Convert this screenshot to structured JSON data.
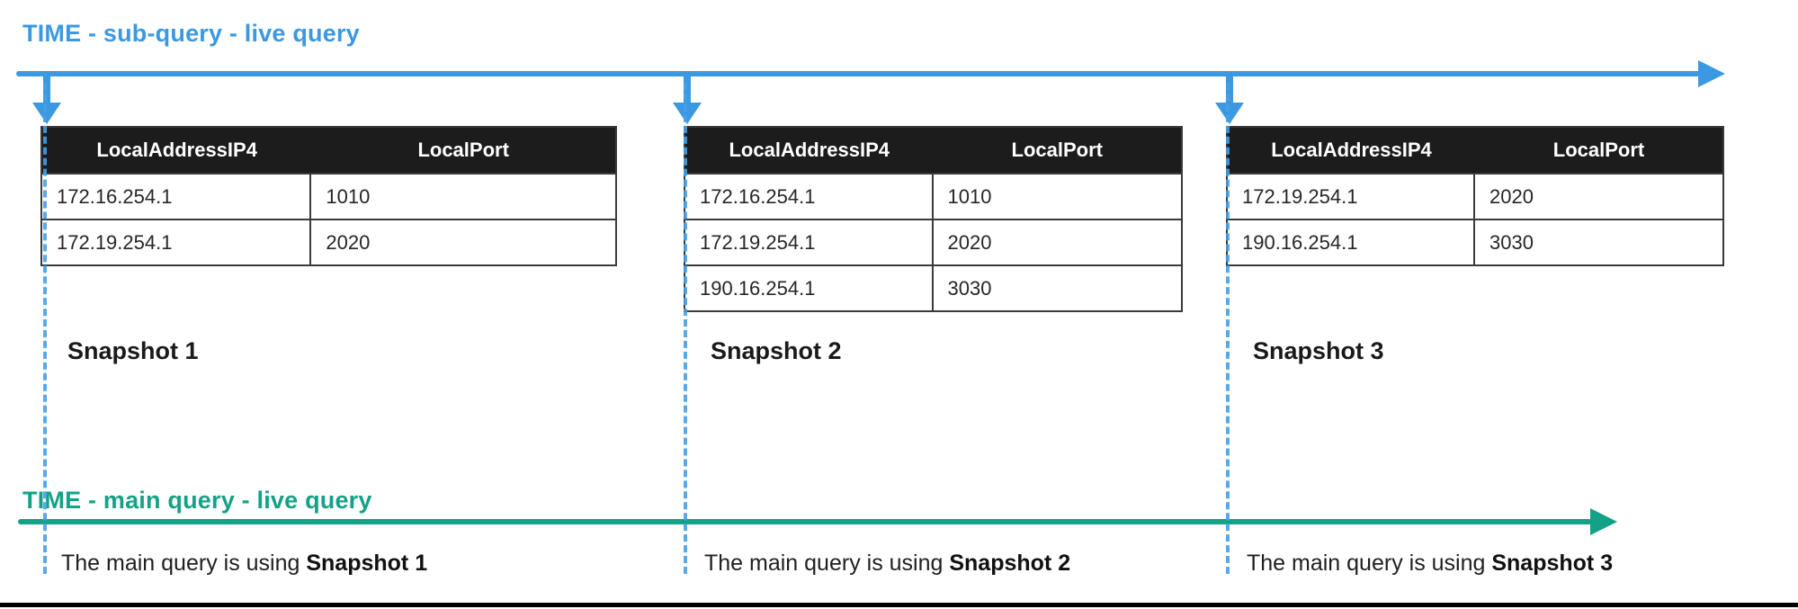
{
  "timelines": {
    "sub": {
      "label": "TIME - sub-query - live query",
      "color": "#3b99e1"
    },
    "main": {
      "label": "TIME - main query - live query",
      "color": "#13a286"
    }
  },
  "colors": {
    "table_header_bg": "#1c1c1c",
    "table_border": "#3a3a3a",
    "dashed_connector": "#46a0e6",
    "bottom_rule": "#000000"
  },
  "columns": [
    {
      "snapshot_label": "Snapshot 1",
      "caption_prefix": "The main query is using ",
      "caption_bold": "Snapshot 1",
      "table": {
        "headers": [
          "LocalAddressIP4",
          "LocalPort"
        ],
        "rows": [
          [
            "172.16.254.1",
            "1010"
          ],
          [
            "172.19.254.1",
            "2020"
          ]
        ]
      }
    },
    {
      "snapshot_label": "Snapshot 2",
      "caption_prefix": "The main query is using ",
      "caption_bold": "Snapshot 2",
      "table": {
        "headers": [
          "LocalAddressIP4",
          "LocalPort"
        ],
        "rows": [
          [
            "172.16.254.1",
            "1010"
          ],
          [
            "172.19.254.1",
            "2020"
          ],
          [
            "190.16.254.1",
            "3030"
          ]
        ]
      }
    },
    {
      "snapshot_label": "Snapshot 3",
      "caption_prefix": "The main query is using ",
      "caption_bold": "Snapshot 3",
      "table": {
        "headers": [
          "LocalAddressIP4",
          "LocalPort"
        ],
        "rows": [
          [
            "172.19.254.1",
            "2020"
          ],
          [
            "190.16.254.1",
            "3030"
          ]
        ]
      }
    }
  ]
}
